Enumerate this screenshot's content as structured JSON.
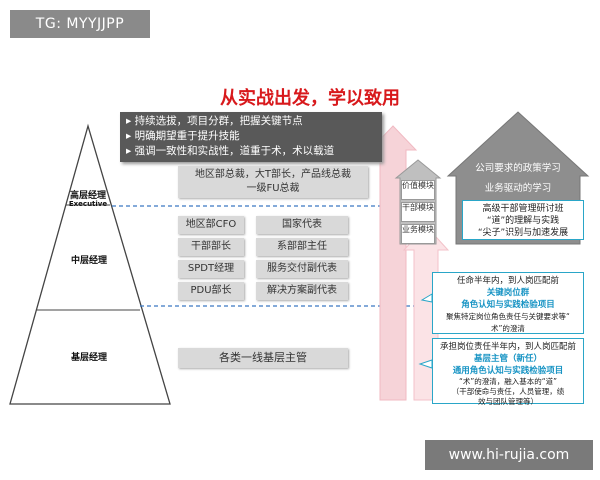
{
  "tag": "TG: MYYJJPP",
  "headline": "从实战出发，学以致用",
  "bullets": [
    "持续选拔，项目分群，把握关键节点",
    "明确期望重于提升技能",
    "强调一致性和实战性，道重于术，术以载道"
  ],
  "levels": {
    "senior": "高层经理",
    "executive": "Executive",
    "middle": "中层经理",
    "base": "基层经理"
  },
  "senior_box": [
    "地区部总裁，大T部长，产品线总裁",
    "一级FU总裁"
  ],
  "middle_boxes": [
    "地区部CFO",
    "国家代表",
    "干部部长",
    "系部部主任",
    "SPDT经理",
    "服务交付副代表",
    "PDU部长",
    "解决方案副代表"
  ],
  "base_box": "各类一线基层主管",
  "modules": [
    "价值模块",
    "干部模块",
    "业务模块"
  ],
  "house_text": [
    "公司要求的政策学习",
    "业务驱动的学习"
  ],
  "callout_senior": [
    "高级干部管理研讨班",
    "“道”的理解与实践",
    "“尖子”识别与加速发展"
  ],
  "callout_middle": {
    "l1": "任命半年内，到人岗匹配前",
    "l2": "关键岗位群",
    "l3": "角色认知与实践检验项目",
    "l4": "聚焦特定岗位角色责任与关键要求等“",
    "l5": "术”的澄清"
  },
  "callout_base": {
    "l1": "承担岗位责任半年内，到人岗匹配前",
    "l2": "基层主管（新任）",
    "l3": "通用角色认知与实践检验项目",
    "l4": "“术”的澄清，融入基本的“道”",
    "l5": "（干部使命与责任，人员管理，绩",
    "l6": "效与团队管理等）"
  },
  "site": "www.hi-rujia.com",
  "colors": {
    "headline": "#d8191c",
    "cyan": "#1894c4",
    "pyramid_stroke": "#444444",
    "dashed": "#3a78c2",
    "arrow_pink": "#f5c6cc"
  }
}
